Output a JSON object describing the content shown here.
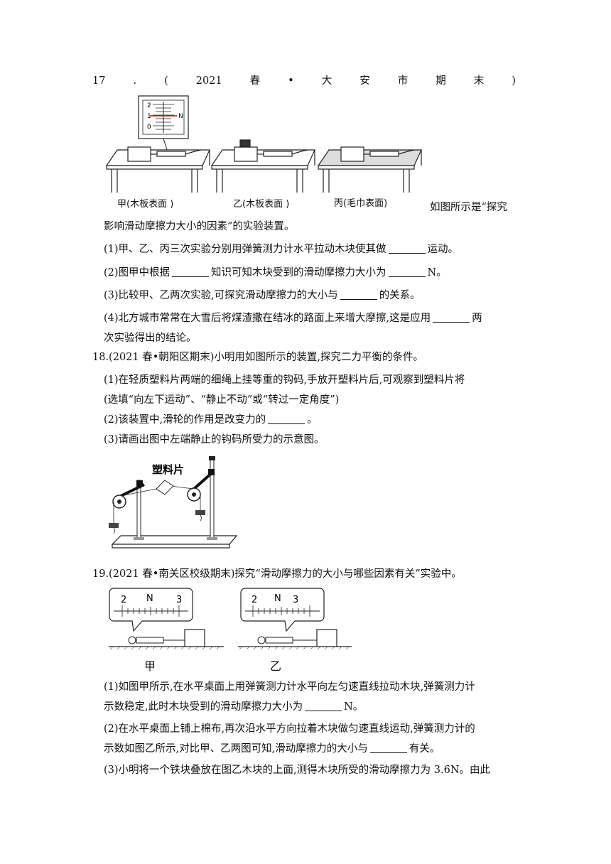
{
  "q17": {
    "header": [
      "17",
      ".",
      "(",
      "2021",
      "春",
      "•",
      "大",
      "安",
      "市",
      "期",
      "末",
      ")"
    ],
    "captions": [
      "甲(木板表面 )",
      "乙(木板表面 )",
      "丙(毛巾表面)"
    ],
    "scale_labels": [
      "2",
      "1",
      "0",
      "N"
    ],
    "intro_1": "如图所示是“探究",
    "intro_2": "影响滑动摩擦力大小的因素”的实验装置。",
    "s1a": "(1)甲、乙、丙三次实验分别用弹簧测力计水平拉动木块使其做",
    "s1b": "运动。",
    "s2a": "(2)图甲中根据",
    "s2b": "知识可知木块受到的滑动摩擦力大小为",
    "s2c": "N。",
    "s3a": "(3)比较甲、乙两次实验,可探究滑动摩擦力的大小与",
    "s3b": "的关系。",
    "s4a": "(4)北方城市常常在大雪后将煤渣撒在结冰的路面上来增大摩擦,这是应用",
    "s4b": "两",
    "s4c": "次实验得出的结论。"
  },
  "q18": {
    "title": "18.(2021 春•朝阳区期末)小明用如图所示的装置,探究二力平衡的条件。",
    "s1a": "(1)在轻质塑料片两端的细绳上挂等重的钩码,手放开塑料片后,可观察到塑料片将",
    "s1b": "(选填“向左下运动”、“静止不动”或“转过一定角度”)",
    "s2a": "(2)该装置中,滑轮的作用是改变力的",
    "s2b": "。",
    "s3": "(3)请画出图中左端静止的钩码所受力的示意图。",
    "label": "塑料片"
  },
  "q19": {
    "title": "19.(2021 春•南关区校级期末)探究“滑动摩擦力的大小与哪些因素有关”实验中。",
    "scale_left": [
      "2",
      "N",
      "3"
    ],
    "scale_right": [
      "2",
      "N",
      "3"
    ],
    "cap_left": "甲",
    "cap_right": "乙",
    "s1a": "(1)如图甲所示,在水平桌面上用弹簧测力计水平向左匀速直线拉动木块,弹簧测力计",
    "s1b": "示数稳定,此时木块受到的滑动摩擦力大小为",
    "s1c": "N。",
    "s2a": "(2)在水平桌面上铺上棉布,再次沿水平方向拉着木块做匀速直线运动,弹簧测力计的",
    "s2b": "示数如图乙所示,对比甲、乙两图可知,滑动摩擦力的大小与",
    "s2c": "有关。",
    "s3": "(3)小明将一个铁块叠放在图乙木块的上面,测得木块所受的滑动摩擦力为 3.6N。由此"
  }
}
